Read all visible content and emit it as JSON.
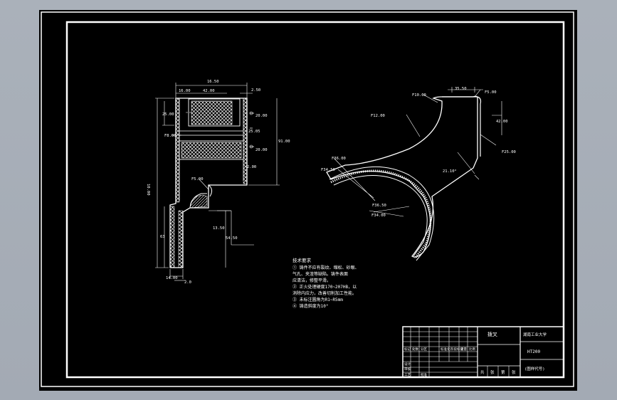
{
  "drawing": {
    "section_dims": {
      "overall_width": "16.50",
      "left_gap": "16.00",
      "upper_width": "42.00",
      "right_gap": "2.50",
      "h1": "25.00",
      "r_upper": "F8.00",
      "d1": "20.00",
      "d_mid": "25.05",
      "d2": "20.00",
      "right_height": "91.00",
      "h2": "2.00",
      "r_neck": "F5.00",
      "total_height": "10.00",
      "lower_left": "63",
      "d_step": "13.50",
      "d_lower": "54.50",
      "bottom_width": "14.00",
      "bottom_small": "2.0"
    },
    "fork_dims": {
      "r_top_left": "F10.00",
      "top_width": "35.50",
      "r_top_right": "F5.00",
      "r_arc": "F12.00",
      "right_height": "42.00",
      "r_right": "F25.00",
      "angle": "21.10°",
      "r_outer": "F36.00",
      "r_inner": "F34.50",
      "r_mid": "F36.50",
      "r_bottom": "F34.00"
    },
    "notes": {
      "title": "技术要求",
      "lines": [
        "①  铸件不应有裂纹、缩松、砂眼、",
        "气孔、夹渣等缺陷。铸件表面",
        "应清洁，修整平滑。",
        "②  正火处理硬度170~207HB，以",
        "消除内应力，改善切削加工性能。",
        "③  未标注圆角为R1~R5mm",
        "④  铸造斜度为10°"
      ]
    },
    "title_block": {
      "part_name": "拨叉",
      "institution": "湖南工业大学",
      "material": "HT200",
      "drawing_number": "(图样代号)",
      "labels": [
        "共",
        "张",
        "第",
        "张"
      ],
      "small_labels": [
        "标记",
        "处数",
        "分区",
        "设计",
        "审核",
        "工艺",
        "标准化",
        "批准",
        "阶段标记",
        "重量",
        "比例"
      ]
    }
  }
}
